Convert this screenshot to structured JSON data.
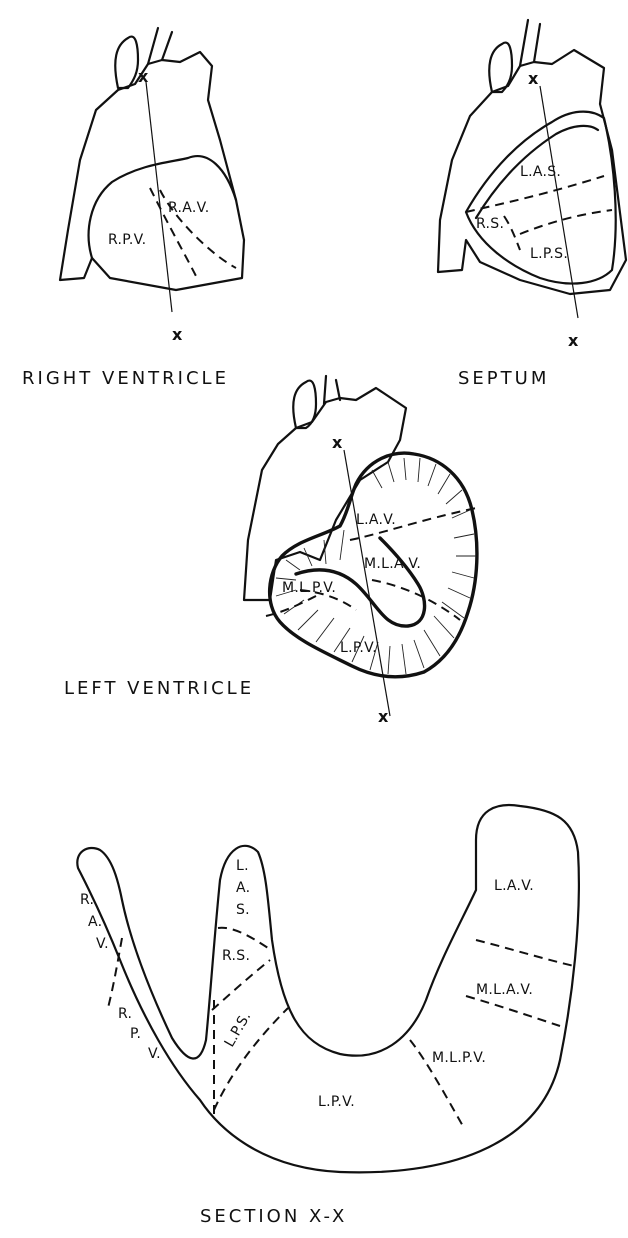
{
  "captions": {
    "right_ventricle": "RIGHT VENTRICLE",
    "septum": "SEPTUM",
    "left_ventricle": "LEFT VENTRICLE",
    "section": "SECTION X-X"
  },
  "axis_marker": "x",
  "right_ventricle": {
    "rav": "R.A.V.",
    "rpv": "R.P.V."
  },
  "septum": {
    "las": "L.A.S.",
    "rs": "R.S.",
    "lps": "L.P.S."
  },
  "left_ventricle": {
    "lav": "L.A.V.",
    "mlav": "M.L.A.V.",
    "mlpv": "M.L.P.V.",
    "lpv": "L.P.V."
  },
  "section": {
    "rav": [
      "R.",
      "A.",
      "V."
    ],
    "rpv": [
      "R.",
      "P.",
      "V."
    ],
    "las": [
      "L.",
      "A.",
      "S."
    ],
    "rs": "R.S.",
    "lps": "L.P.S.",
    "lav": "L.A.V.",
    "mlav": "M.L.A.V.",
    "mlpv": "M.L.P.V.",
    "lpv": "L.P.V."
  }
}
